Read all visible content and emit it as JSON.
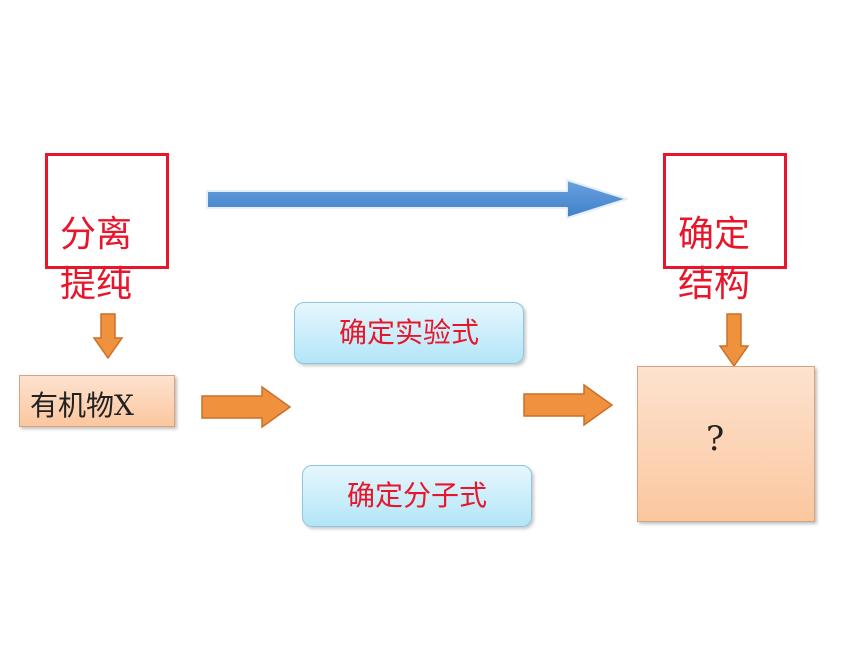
{
  "diagram": {
    "box_separate": "分离\n提纯",
    "box_structure": "确定\n结构",
    "node_x": "有机物X",
    "step_empirical": "确定实验式",
    "step_molecular": "确定分子式",
    "result": "?",
    "colors": {
      "red": "#e8162a",
      "blue_arrow": "#4f8fd6",
      "orange_arrow": "#f0913d",
      "peach": "#fbc79f",
      "light_blue": "#b3e5f8"
    }
  }
}
